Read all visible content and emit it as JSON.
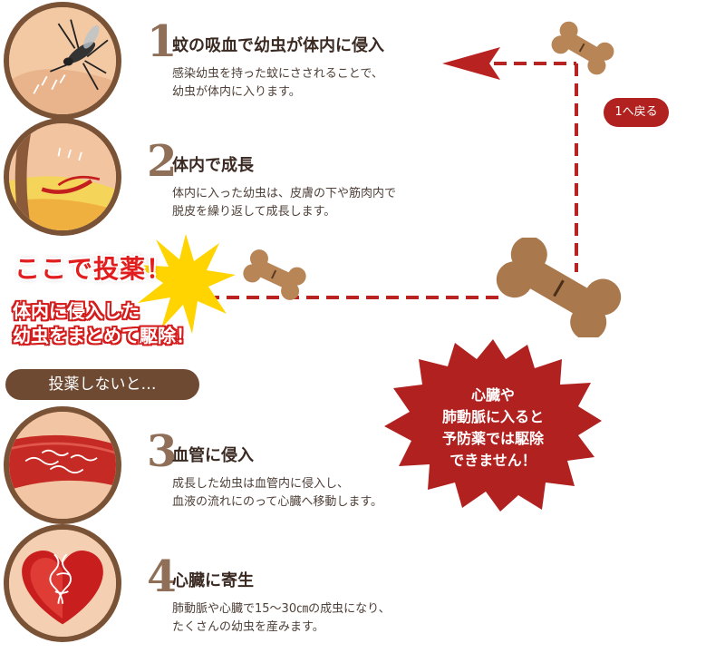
{
  "steps": [
    {
      "number": "1",
      "title": "蚊の吸血で幼虫が体内に侵入",
      "desc": "感染幼虫を持った蚊にさされることで、\n幼虫が体内に入ります。"
    },
    {
      "number": "2",
      "title": "体内で成長",
      "desc": "体内に入った幼虫は、皮膚の下や筋肉内で\n脱皮を繰り返して成長します。"
    },
    {
      "number": "3",
      "title": "血管に侵入",
      "desc": "成長した幼虫は血管内に侵入し、\n血液の流れにのって心臓へ移動します。"
    },
    {
      "number": "4",
      "title": "心臓に寄生",
      "desc": "肺動脈や心臓で15～30㎝の成虫になり、\nたくさんの幼虫を産みます。"
    }
  ],
  "back_label": "1へ戻る",
  "dosing_label": "ここで投薬！",
  "expel_text": "体内に侵入した\n幼虫をまとめて駆除！",
  "no_dose_label": "投薬しないと…",
  "warning_text": "心臓や\n肺動脈に入ると\n予防薬では駆除\nできません！",
  "colors": {
    "accent_red": "#b0211f",
    "brown": "#7a5236",
    "dosing_red": "#e21d1d"
  }
}
